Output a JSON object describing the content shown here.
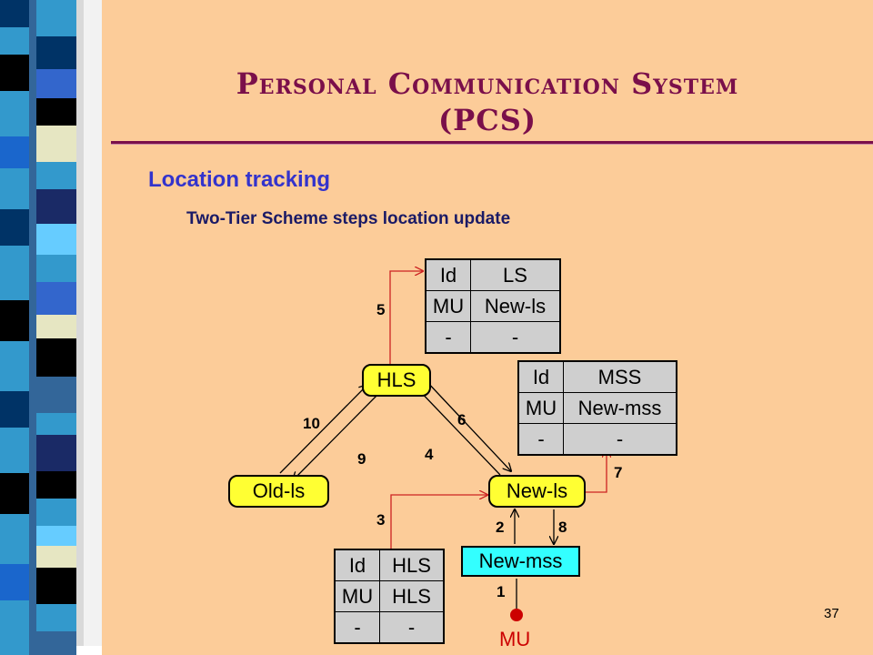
{
  "slide": {
    "title_line1": "Personal Communication System",
    "title_line2": "(PCS)",
    "subtitle": "Location tracking",
    "subsubtitle": "Two-Tier Scheme steps location update",
    "page_number": "37"
  },
  "diagram": {
    "nodes": {
      "hls": "HLS",
      "old_ls": "Old-ls",
      "new_ls": "New-ls",
      "new_mss": "New-mss",
      "mu": "MU"
    },
    "tables": {
      "hls_table": {
        "rows": [
          [
            "Id",
            "LS"
          ],
          [
            "MU",
            "New-ls"
          ],
          [
            "-",
            "-"
          ]
        ]
      },
      "new_ls_table": {
        "rows": [
          [
            "Id",
            "MSS"
          ],
          [
            "MU",
            "New-mss"
          ],
          [
            "-",
            "-"
          ]
        ]
      },
      "old_ls_table": {
        "rows": [
          [
            "Id",
            "HLS"
          ],
          [
            "MU",
            "HLS"
          ],
          [
            "-",
            "-"
          ]
        ]
      }
    },
    "step_labels": {
      "s1": "1",
      "s2": "2",
      "s3": "3",
      "s4": "4",
      "s5": "5",
      "s6": "6",
      "s7": "7",
      "s8": "8",
      "s9": "9",
      "s10": "10"
    },
    "colors": {
      "background": "#fccc99",
      "node_fill": "#ffff33",
      "mss_fill": "#33ffff",
      "table_fill": "#cfcfcf",
      "red_arrow": "#cc2222",
      "mu_dot": "#cc0000",
      "title": "#7a0f4a",
      "subtitle": "#3333cc"
    }
  }
}
